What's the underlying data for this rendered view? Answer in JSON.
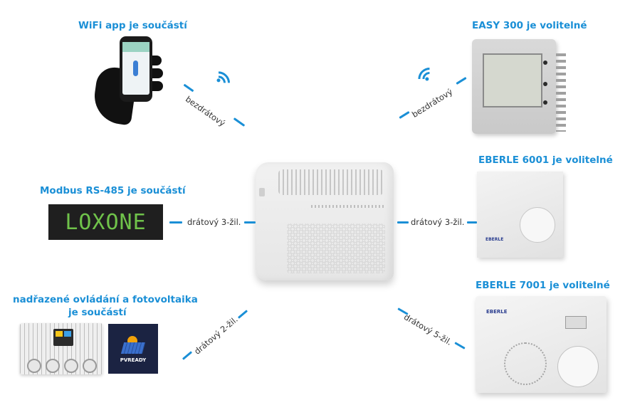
{
  "colors": {
    "accent": "#1a8fd6",
    "loxone_green": "#6fc24a"
  },
  "titles": {
    "wifi_app": "WiFi app je součástí",
    "easy300": "EASY 300 je volitelné",
    "modbus": "Modbus RS-485 je součástí",
    "eberle6001": "EBERLE 6001 je volitelné",
    "eberle7001": "EBERLE 7001 je volitelné",
    "nadrazene_line1": "nadřazené ovládání a fotovoltaika",
    "nadrazene_line2": "je součástí"
  },
  "connections": {
    "wifi": "bezdrátový",
    "easy": "bezdrátový",
    "loxone": "drátový 3-žil.",
    "e6001": "drátový 3-žil.",
    "ctrl": "drátový 2-žil.",
    "e7001": "drátový 5-žil."
  },
  "logos": {
    "loxone": "LOXONE",
    "pv": "PVREADY",
    "eberle": "EBERLE"
  },
  "icons": [
    "wifi-icon",
    "hand-phone-icon"
  ]
}
